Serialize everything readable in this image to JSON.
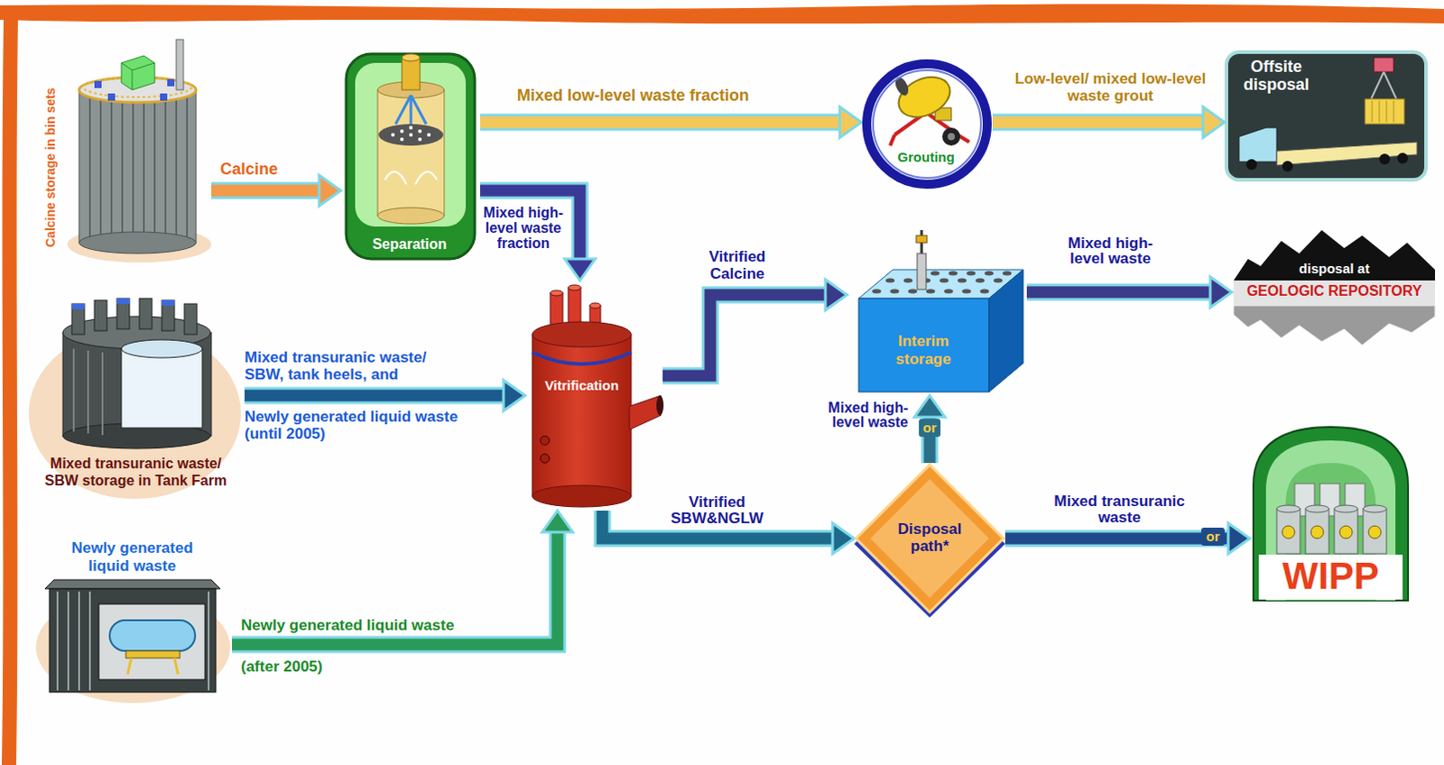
{
  "diagram": {
    "nodes": [
      {
        "text": [
          "Calcine storage in bin sets"
        ]
      },
      {
        "text": [
          "Separation"
        ]
      },
      {
        "text": [
          "Grouting"
        ]
      },
      {
        "text": [
          "Offsite disposal"
        ]
      },
      {
        "text": [
          "Mixed transuranic waste/ SBW storage in Tank Farm"
        ]
      },
      {
        "text": [
          "Vitrification"
        ]
      },
      {
        "text": [
          "Interim storage"
        ]
      },
      {
        "text": [
          "disposal at",
          "GEOLOGIC REPOSITORY"
        ]
      },
      {
        "text": [
          "Newly generated liquid waste"
        ]
      },
      {
        "text": [
          "Disposal path*"
        ]
      },
      {
        "text": [
          "WIPP"
        ]
      }
    ],
    "edges": [
      {
        "from": 0,
        "to": 1,
        "arrow": "to",
        "label": "Calcine"
      },
      {
        "from": 1,
        "to": 2,
        "arrow": "to",
        "label": "Mixed low-level waste fraction"
      },
      {
        "from": 2,
        "to": 3,
        "arrow": "to",
        "label": "Low-level/ mixed low-level waste grout"
      },
      {
        "from": 1,
        "to": 5,
        "arrow": "to",
        "label": "Mixed high-level waste fraction"
      },
      {
        "from": 5,
        "to": 6,
        "arrow": "to",
        "label": "Vitrified Calcine"
      },
      {
        "from": 6,
        "to": 7,
        "arrow": "to",
        "label": "Mixed high-level waste"
      },
      {
        "from": 4,
        "to": 5,
        "arrow": "to",
        "label": "Mixed transuranic waste/ SBW, tank heels, and"
      },
      {
        "from": 9,
        "to": 6,
        "arrow": "to",
        "label": "Mixed high-level waste"
      },
      {
        "from": 5,
        "to": 9,
        "arrow": "to",
        "label": "Vitrified SBW&NGLW"
      },
      {
        "from": 9,
        "to": 10,
        "arrow": "to",
        "label": "Mixed transuranic waste"
      },
      {
        "from": 8,
        "to": 5,
        "arrow": "to",
        "label": "Newly generated liquid waste"
      }
    ],
    "labels": [
      "Newly generated liquid waste (until 2005)",
      "or",
      "or",
      "(after 2005)"
    ]
  }
}
